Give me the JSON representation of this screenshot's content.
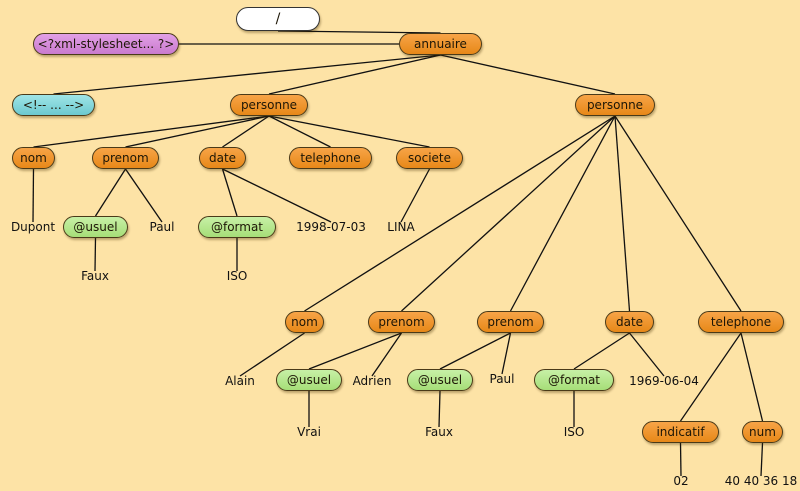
{
  "tree": {
    "root": "/",
    "processing_instruction": "<?xml-stylesheet... ?>",
    "annuaire": "annuaire",
    "comment": "<!-- ... -->",
    "personne1": {
      "label": "personne",
      "nom": "nom",
      "nom_value": "Dupont",
      "prenom": "prenom",
      "prenom_attr": "@usuel",
      "prenom_attr_value": "Faux",
      "prenom_value": "Paul",
      "date": "date",
      "date_attr": "@format",
      "date_attr_value": "ISO",
      "date_value": "1998-07-03",
      "telephone": "telephone",
      "societe": "societe",
      "societe_value": "LINA"
    },
    "personne2": {
      "label": "personne",
      "nom": "nom",
      "nom_value": "Alain",
      "prenom1": "prenom",
      "prenom1_attr": "@usuel",
      "prenom1_attr_value": "Vrai",
      "prenom1_value": "Adrien",
      "prenom2": "prenom",
      "prenom2_attr": "@usuel",
      "prenom2_attr_value": "Faux",
      "prenom2_value": "Paul",
      "date": "date",
      "date_attr": "@format",
      "date_attr_value": "ISO",
      "date_value": "1969-06-04",
      "telephone": "telephone",
      "indicatif": "indicatif",
      "indicatif_value": "02",
      "num": "num",
      "num_value": "40 40 36 18"
    }
  }
}
